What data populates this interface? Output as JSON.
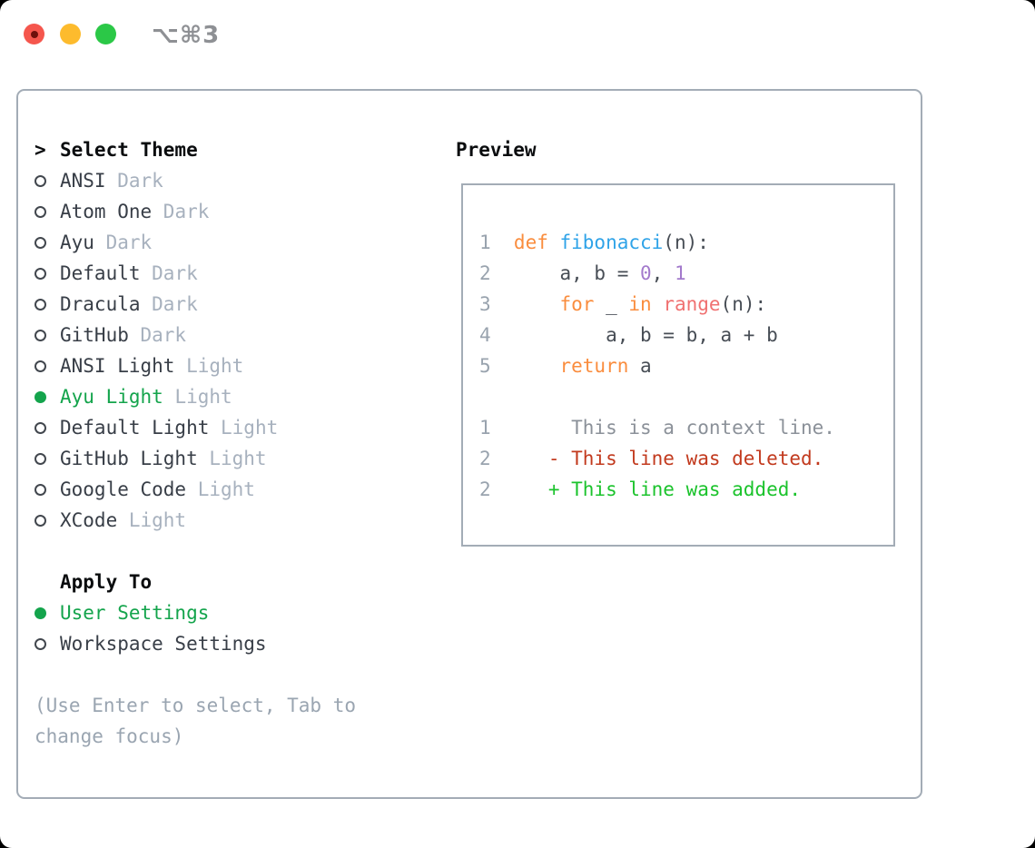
{
  "window": {
    "title": "⌥⌘3"
  },
  "theme_list": {
    "cursor": ">",
    "heading": "Select Theme",
    "items": [
      {
        "name": "ANSI",
        "variant": "Dark",
        "selected": false
      },
      {
        "name": "Atom One",
        "variant": "Dark",
        "selected": false
      },
      {
        "name": "Ayu",
        "variant": "Dark",
        "selected": false
      },
      {
        "name": "Default",
        "variant": "Dark",
        "selected": false
      },
      {
        "name": "Dracula",
        "variant": "Dark",
        "selected": false
      },
      {
        "name": "GitHub",
        "variant": "Dark",
        "selected": false
      },
      {
        "name": "ANSI Light",
        "variant": "Light",
        "selected": false
      },
      {
        "name": "Ayu Light",
        "variant": "Light",
        "selected": true
      },
      {
        "name": "Default Light",
        "variant": "Light",
        "selected": false
      },
      {
        "name": "GitHub Light",
        "variant": "Light",
        "selected": false
      },
      {
        "name": "Google Code",
        "variant": "Light",
        "selected": false
      },
      {
        "name": "XCode",
        "variant": "Light",
        "selected": false
      }
    ]
  },
  "apply_to": {
    "heading": "Apply To",
    "options": [
      {
        "label": "User Settings",
        "selected": true
      },
      {
        "label": "Workspace Settings",
        "selected": false
      }
    ]
  },
  "hint": {
    "line1": "(Use Enter to select, Tab to",
    "line2": "change focus)"
  },
  "preview": {
    "heading": "Preview",
    "code_lines": [
      {
        "no": "1",
        "segments": [
          {
            "t": "def ",
            "c": "keyword"
          },
          {
            "t": "fibonacci",
            "c": "function"
          },
          {
            "t": "(n):",
            "c": "fg"
          }
        ]
      },
      {
        "no": "2",
        "segments": [
          {
            "t": "    a, b = ",
            "c": "fg"
          },
          {
            "t": "0",
            "c": "number"
          },
          {
            "t": ", ",
            "c": "fg"
          },
          {
            "t": "1",
            "c": "number"
          }
        ]
      },
      {
        "no": "3",
        "segments": [
          {
            "t": "    ",
            "c": "fg"
          },
          {
            "t": "for",
            "c": "keyword"
          },
          {
            "t": " _ ",
            "c": "fg"
          },
          {
            "t": "in",
            "c": "keyword"
          },
          {
            "t": " ",
            "c": "fg"
          },
          {
            "t": "range",
            "c": "special"
          },
          {
            "t": "(n):",
            "c": "fg"
          }
        ]
      },
      {
        "no": "4",
        "segments": [
          {
            "t": "        a, b = b, a + b",
            "c": "fg"
          }
        ]
      },
      {
        "no": "5",
        "segments": [
          {
            "t": "    ",
            "c": "fg"
          },
          {
            "t": "return",
            "c": "keyword"
          },
          {
            "t": " a",
            "c": "fg"
          }
        ]
      }
    ],
    "diff_lines": [
      {
        "no": "1",
        "segments": [
          {
            "t": "     This is a context line.",
            "c": "context"
          }
        ]
      },
      {
        "no": "2",
        "segments": [
          {
            "t": "   - This line was deleted.",
            "c": "deleted"
          }
        ]
      },
      {
        "no": "2",
        "segments": [
          {
            "t": "   + This line was added.",
            "c": "added"
          }
        ]
      }
    ]
  },
  "colors": {
    "keyword": "#FA8D3E",
    "function": "#2FA3E8",
    "number": "#A37ACC",
    "special": "#F07171",
    "fg": "#474D55",
    "line_number": "#99A3AE",
    "context": "#8B9199",
    "deleted": "#C23A1E",
    "added": "#1BC32C",
    "selected_green": "#14A44C",
    "item_text": "#383E47",
    "variant_text": "#A7B1BE",
    "hint": "#9AA5B1",
    "heading": "#0A0C0E",
    "ring": "#42474E",
    "panel_border": "#A3ACB6",
    "traffic_red": "#F5564D",
    "traffic_red_dot": "#6E100C",
    "traffic_yellow": "#FDBB2D",
    "traffic_green": "#2BC847",
    "titlebar_text": "#8E9094"
  }
}
